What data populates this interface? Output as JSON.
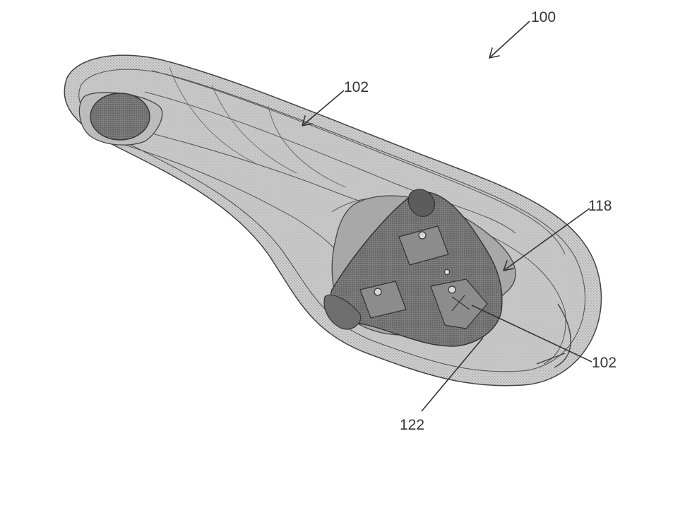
{
  "figure": {
    "refs": {
      "assembly": "100",
      "sole_upper": "102",
      "sole_lower": "102",
      "cleat_plate": "118",
      "cleat": "122"
    }
  },
  "colors": {
    "ink": "#333333",
    "sole_fill": "#c8c8c8",
    "sole_inner": "#b0b0b0",
    "cleat_fill": "#7a7a7a",
    "cleat_dark": "#5a5a5a",
    "background": "#ffffff"
  }
}
